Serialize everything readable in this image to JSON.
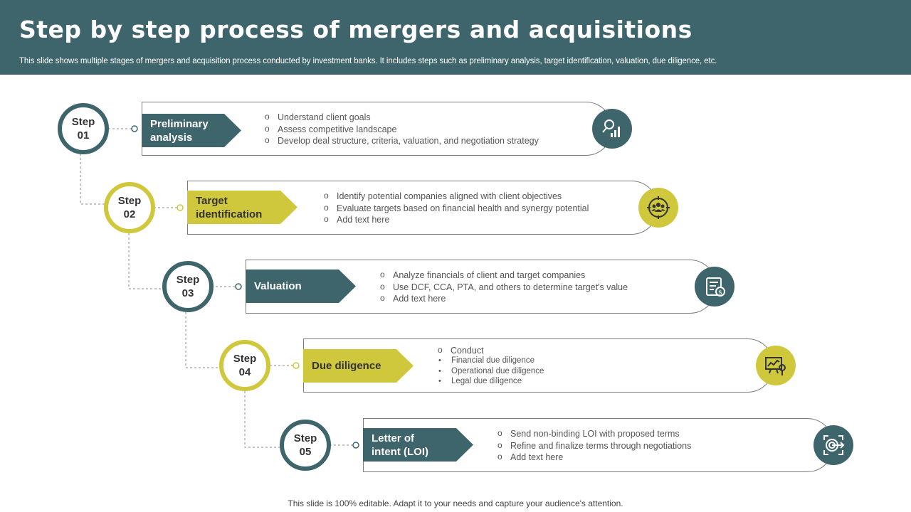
{
  "title": "Step by step process of mergers and acquisitions",
  "subtitle": "This slide shows multiple stages of mergers and acquisition process conducted by investment banks. It includes steps such as preliminary analysis, target identification, valuation, due diligence, etc.",
  "colors": {
    "teal": "#3e656b",
    "yellow": "#cfc83d"
  },
  "steps": [
    {
      "word": "Step",
      "num": "01",
      "label_line1": "Preliminary",
      "label_line2": "analysis",
      "icon": "analysis-chart-icon",
      "bullets": [
        "Understand client goals",
        "Assess competitive landscape",
        "Develop deal structure, criteria, valuation, and negotiation strategy"
      ]
    },
    {
      "word": "Step",
      "num": "02",
      "label_line1": "Target",
      "label_line2": "identification",
      "icon": "target-group-icon",
      "bullets": [
        "Identify potential companies aligned with client objectives",
        "Evaluate targets based on financial health and synergy potential",
        "Add text here"
      ]
    },
    {
      "word": "Step",
      "num": "03",
      "label_line1": "Valuation",
      "label_line2": "",
      "icon": "valuation-document-icon",
      "bullets": [
        "Analyze financials of client and target companies",
        "Use DCF, CCA, PTA, and others to determine target's value",
        "Add text here"
      ]
    },
    {
      "word": "Step",
      "num": "04",
      "label_line1": "Due diligence",
      "label_line2": "",
      "icon": "presentation-search-icon",
      "bullets": [
        "Conduct"
      ],
      "subbullets": [
        "Financial due diligence",
        "Operational due diligence",
        "Legal due diligence"
      ]
    },
    {
      "word": "Step",
      "num": "05",
      "label_line1": "Letter of",
      "label_line2": "intent (LOI)",
      "icon": "target-arrow-icon",
      "bullets": [
        "Send non-binding LOI with proposed terms",
        "Refine and finalize terms through negotiations",
        "Add text here"
      ]
    }
  ],
  "footer": "This slide is 100% editable. Adapt it to your needs and capture your audience's attention."
}
